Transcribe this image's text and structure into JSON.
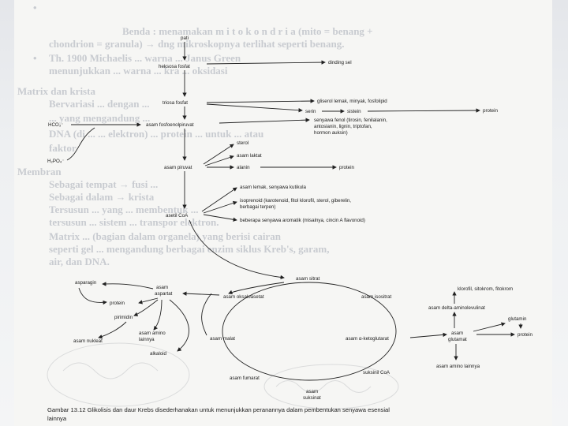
{
  "background_text": {
    "bullet1_line1": "Benda : menamakan m i t o k o n d r i a (mito = benang +",
    "bullet1_line2": "chondrion = granula) → dng mikroskopnya terlihat seperti benang.",
    "bullet2_line1": "Th. 1900 Michaelis ... warna ... Janus Green",
    "bullet2_line2": "menunjukkan ... warna ... kra ... oksidasi",
    "heading_paragraph": "Matrix dan krista",
    "bullet3": "Bervariasi ... dengan ...",
    "bullet4": "... yang mengandung ...",
    "bullet5_line1": "DNA (di ... ... elektron) ... protein ... untuk ... atau",
    "bullet5_line2": "faktor",
    "heading_membrane": "Membran",
    "bullet6": "Sebagai tempat → fusi ...",
    "bullet7": "Sebagai dalam → krista",
    "bullet8_line1": "Tersusun ... yang ... membentuk ...",
    "bullet8_line2": "tersusun ... sistem ... transpor elektron.",
    "bullet9_line1": "Matrix ... (bagian dalam organela) yang berisi cairan",
    "bullet9_line2": "seperti gel ... mengandung berbagai enzim siklus Kreb's, garam,",
    "bullet9_line3": "air, dan DNA."
  },
  "diagram": {
    "pati": "pati",
    "heksosa_fosfat": "heksosa fosfat",
    "dinding_sel": "dinding sel",
    "triosa_fosfat": "triosa fosfat",
    "gliserol": "gliserol lemak, minyak, fosfolipid",
    "serin": "serin",
    "sistein": "sistein",
    "protein_1": "protein",
    "hco3": "HCO₃⁻",
    "pep": "asam fosfoenolpiruvat",
    "fenol_1": "senyawa fenol (tirosin, fenilalanin,",
    "fenol_2": "antosianin, lignin, triptofan,",
    "fenol_3": "hormon auksin)",
    "h2po4": "H₂PO₄⁻",
    "sterol": "sterol",
    "asam_laktat": "asam laktat",
    "alanin": "alanin",
    "protein_2": "protein",
    "asam_piruvat": "asam piruvat",
    "asam_lemak": "asam lemak, senyawa kutikula",
    "iso_1": "isoprenoid (karotenoid, fitol klorofil, sterol, giberelin,",
    "iso_2": "berbagai terpen)",
    "asetil_coa": "asetil CoA",
    "aromatik": "beberapa senyawa aromatik (misalnya, cincin A flavonoid)",
    "asam_sitrat": "asam sitrat",
    "asparagin": "asparagin",
    "asam_aspartat_1": "asam",
    "asam_aspartat_2": "aspartat",
    "asam_oksaloasetat": "asam oksaloasetat",
    "asam_isositrat": "asam isositrat",
    "klorofil": "klorofil, sitokrom, fitokrom",
    "protein_3": "protein",
    "pirimidin": "pirimidin",
    "delta_ala": "asam delta-aminolevulinat",
    "amino_lain_1": "asam amino",
    "amino_lain_2": "lainnya",
    "glutamin": "glutamin",
    "asam_nukleat": "asam nukleat",
    "alkaloid": "alkaloid",
    "asam_malat": "asam malat",
    "ketoglutarat": "asam α-ketoglutarat",
    "asam_glutamat_1": "asam",
    "asam_glutamat_2": "glutamat",
    "protein_4": "protein",
    "amino_lain_3": "asam amino lainnya",
    "suksinil_coa": "suksinil CoA",
    "asam_fumarat": "asam fumarat",
    "asam_suksinat_1": "asam",
    "asam_suksinat_2": "suksinat"
  },
  "caption_line1": "Gambar 13.12 Glikolisis dan daur Krebs disederhanakan untuk menunjukkan peranannya dalam pembentukan senyawa esensial",
  "caption_line2": "lainnya"
}
